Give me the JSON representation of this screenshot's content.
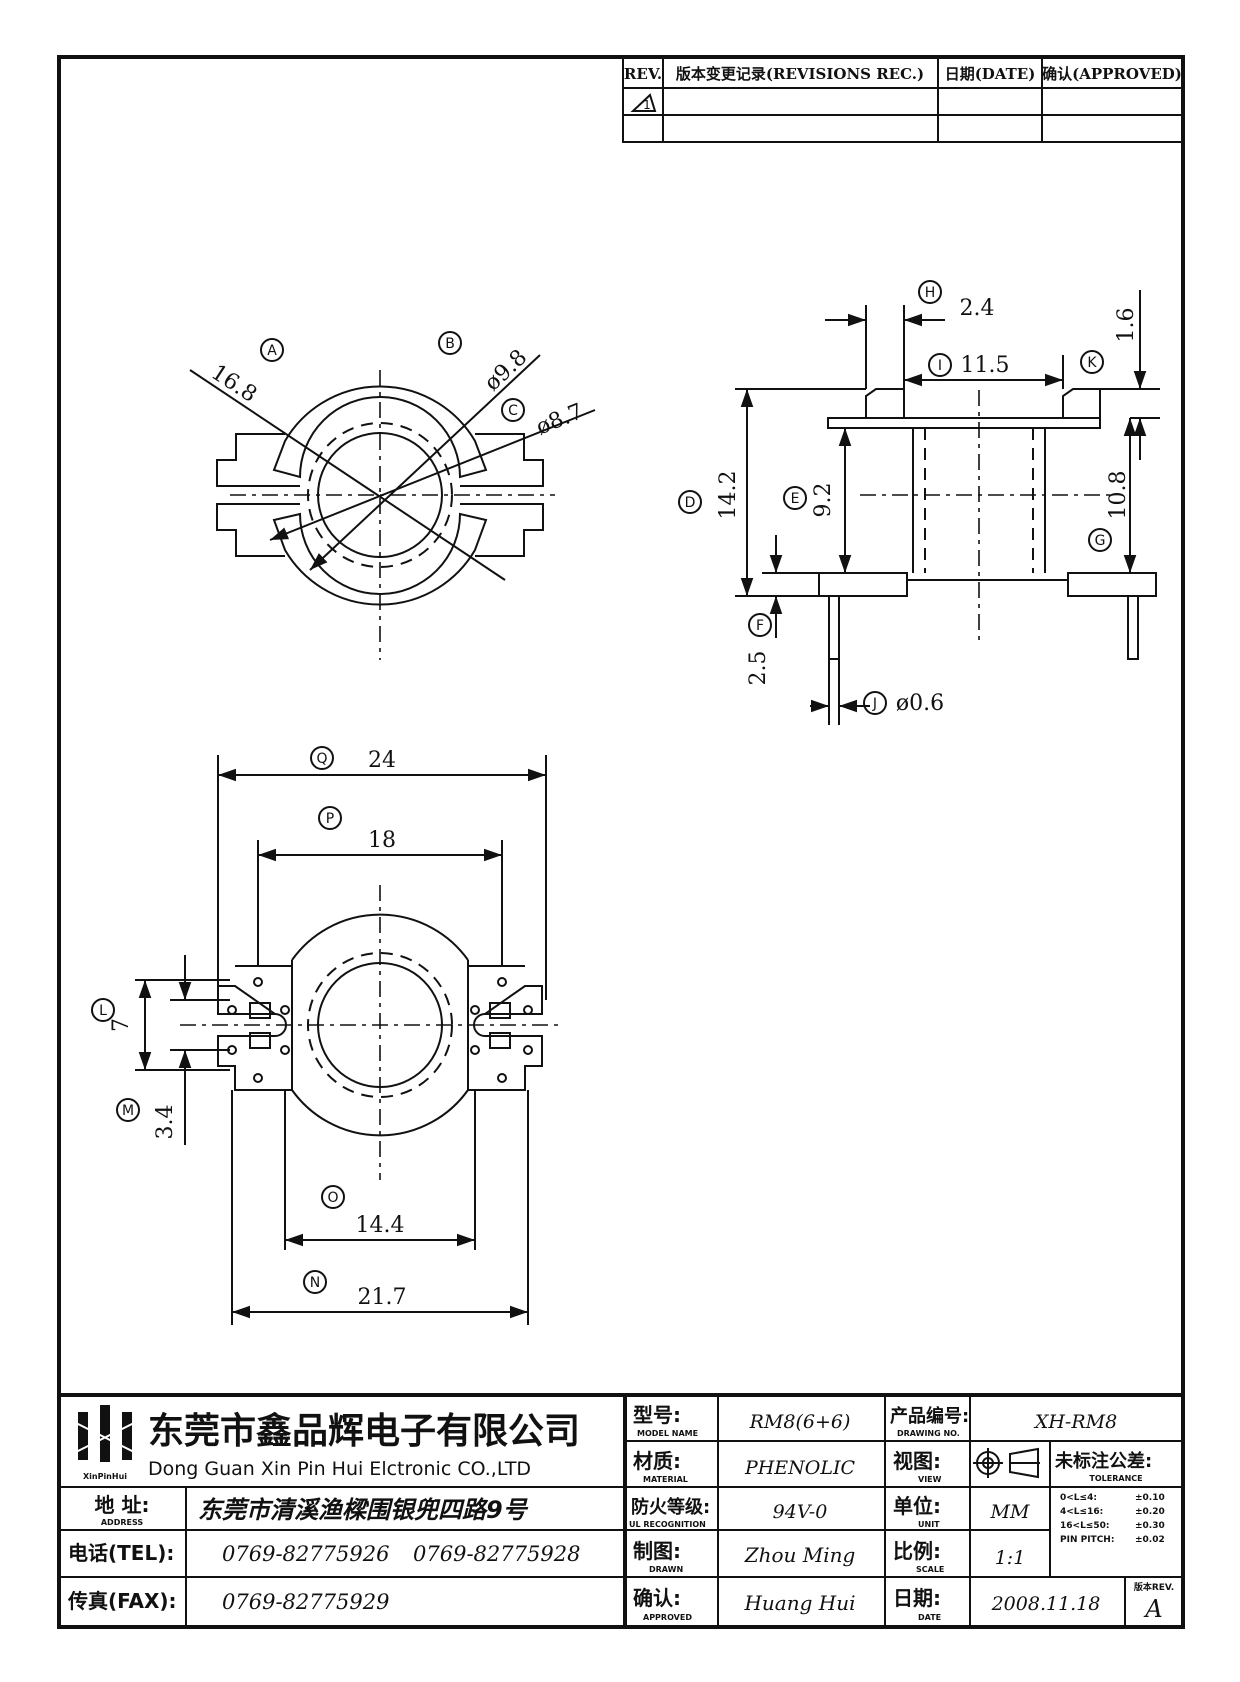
{
  "revisions": {
    "headers": [
      "REV.",
      "版本变更记录(REVISIONS REC.)",
      "日期(DATE)",
      "确认(APPROVED)"
    ],
    "rev_mark": "1"
  },
  "callouts": {
    "A": "A",
    "B": "B",
    "C": "C",
    "D": "D",
    "E": "E",
    "F": "F",
    "G": "G",
    "H": "H",
    "I": "I",
    "J": "J",
    "K": "K",
    "L": "L",
    "M": "M",
    "N": "N",
    "O": "O",
    "P": "P",
    "Q": "Q"
  },
  "dimensions": {
    "A": "16.8",
    "B": "ø9.8",
    "C": "ø8.7",
    "D": "14.2",
    "E": "9.2",
    "F": "2.5",
    "G": "10.8",
    "H": "2.4",
    "I": "11.5",
    "J": "ø0.6",
    "K": "1.6",
    "L": "7",
    "M": "3.4",
    "N": "21.7",
    "O": "14.4",
    "P": "18",
    "Q": "24"
  },
  "title_block": {
    "company_cn": "东莞市鑫品辉电子有限公司",
    "company_en": "Dong Guan Xin Pin Hui Elctronic CO.,LTD",
    "logo_text": "XinPinHui",
    "address_label": "地  址:",
    "address_label_en": "ADDRESS",
    "address": "东莞市清溪渔樑围银兜四路9号",
    "tel_label": "电话(TEL):",
    "tel1": "0769-82775926",
    "tel2": "0769-82775928",
    "fax_label": "传真(FAX):",
    "fax": "0769-82775929",
    "model_label": "型号:",
    "model_label_en": "MODEL NAME",
    "model": "RM8(6+6)",
    "material_label": "材质:",
    "material_label_en": "MATERIAL",
    "material": "PHENOLIC",
    "fire_label": "防火等级:",
    "fire_label_en": "UL RECOGNITION",
    "fire": "94V-0",
    "drawn_label": "制图:",
    "drawn_label_en": "DRAWN",
    "drawn": "Zhou Ming",
    "approved_label": "确认:",
    "approved_label_en": "APPROVED",
    "approved": "Huang Hui",
    "drawing_no_label": "产品编号:",
    "drawing_no_label_en": "DRAWING NO.",
    "drawing_no": "XH-RM8",
    "view_label": "视图:",
    "view_label_en": "VIEW",
    "unit_label": "单位:",
    "unit_label_en": "UNIT",
    "unit": "MM",
    "scale_label": "比例:",
    "scale_label_en": "SCALE",
    "scale": "1:1",
    "date_label": "日期:",
    "date_label_en": "DATE",
    "date": "2008.11.18",
    "tolerance_label": "未标注公差:",
    "tolerance_label_en": "TOLERANCE",
    "tolerances": [
      {
        "range": "0<L≤4:",
        "value": "±0.10"
      },
      {
        "range": "4<L≤16:",
        "value": "±0.20"
      },
      {
        "range": "16<L≤50:",
        "value": "±0.30"
      },
      {
        "range": "PIN PITCH:",
        "value": "±0.02"
      }
    ],
    "rev_label": "版本REV.",
    "rev": "A"
  }
}
